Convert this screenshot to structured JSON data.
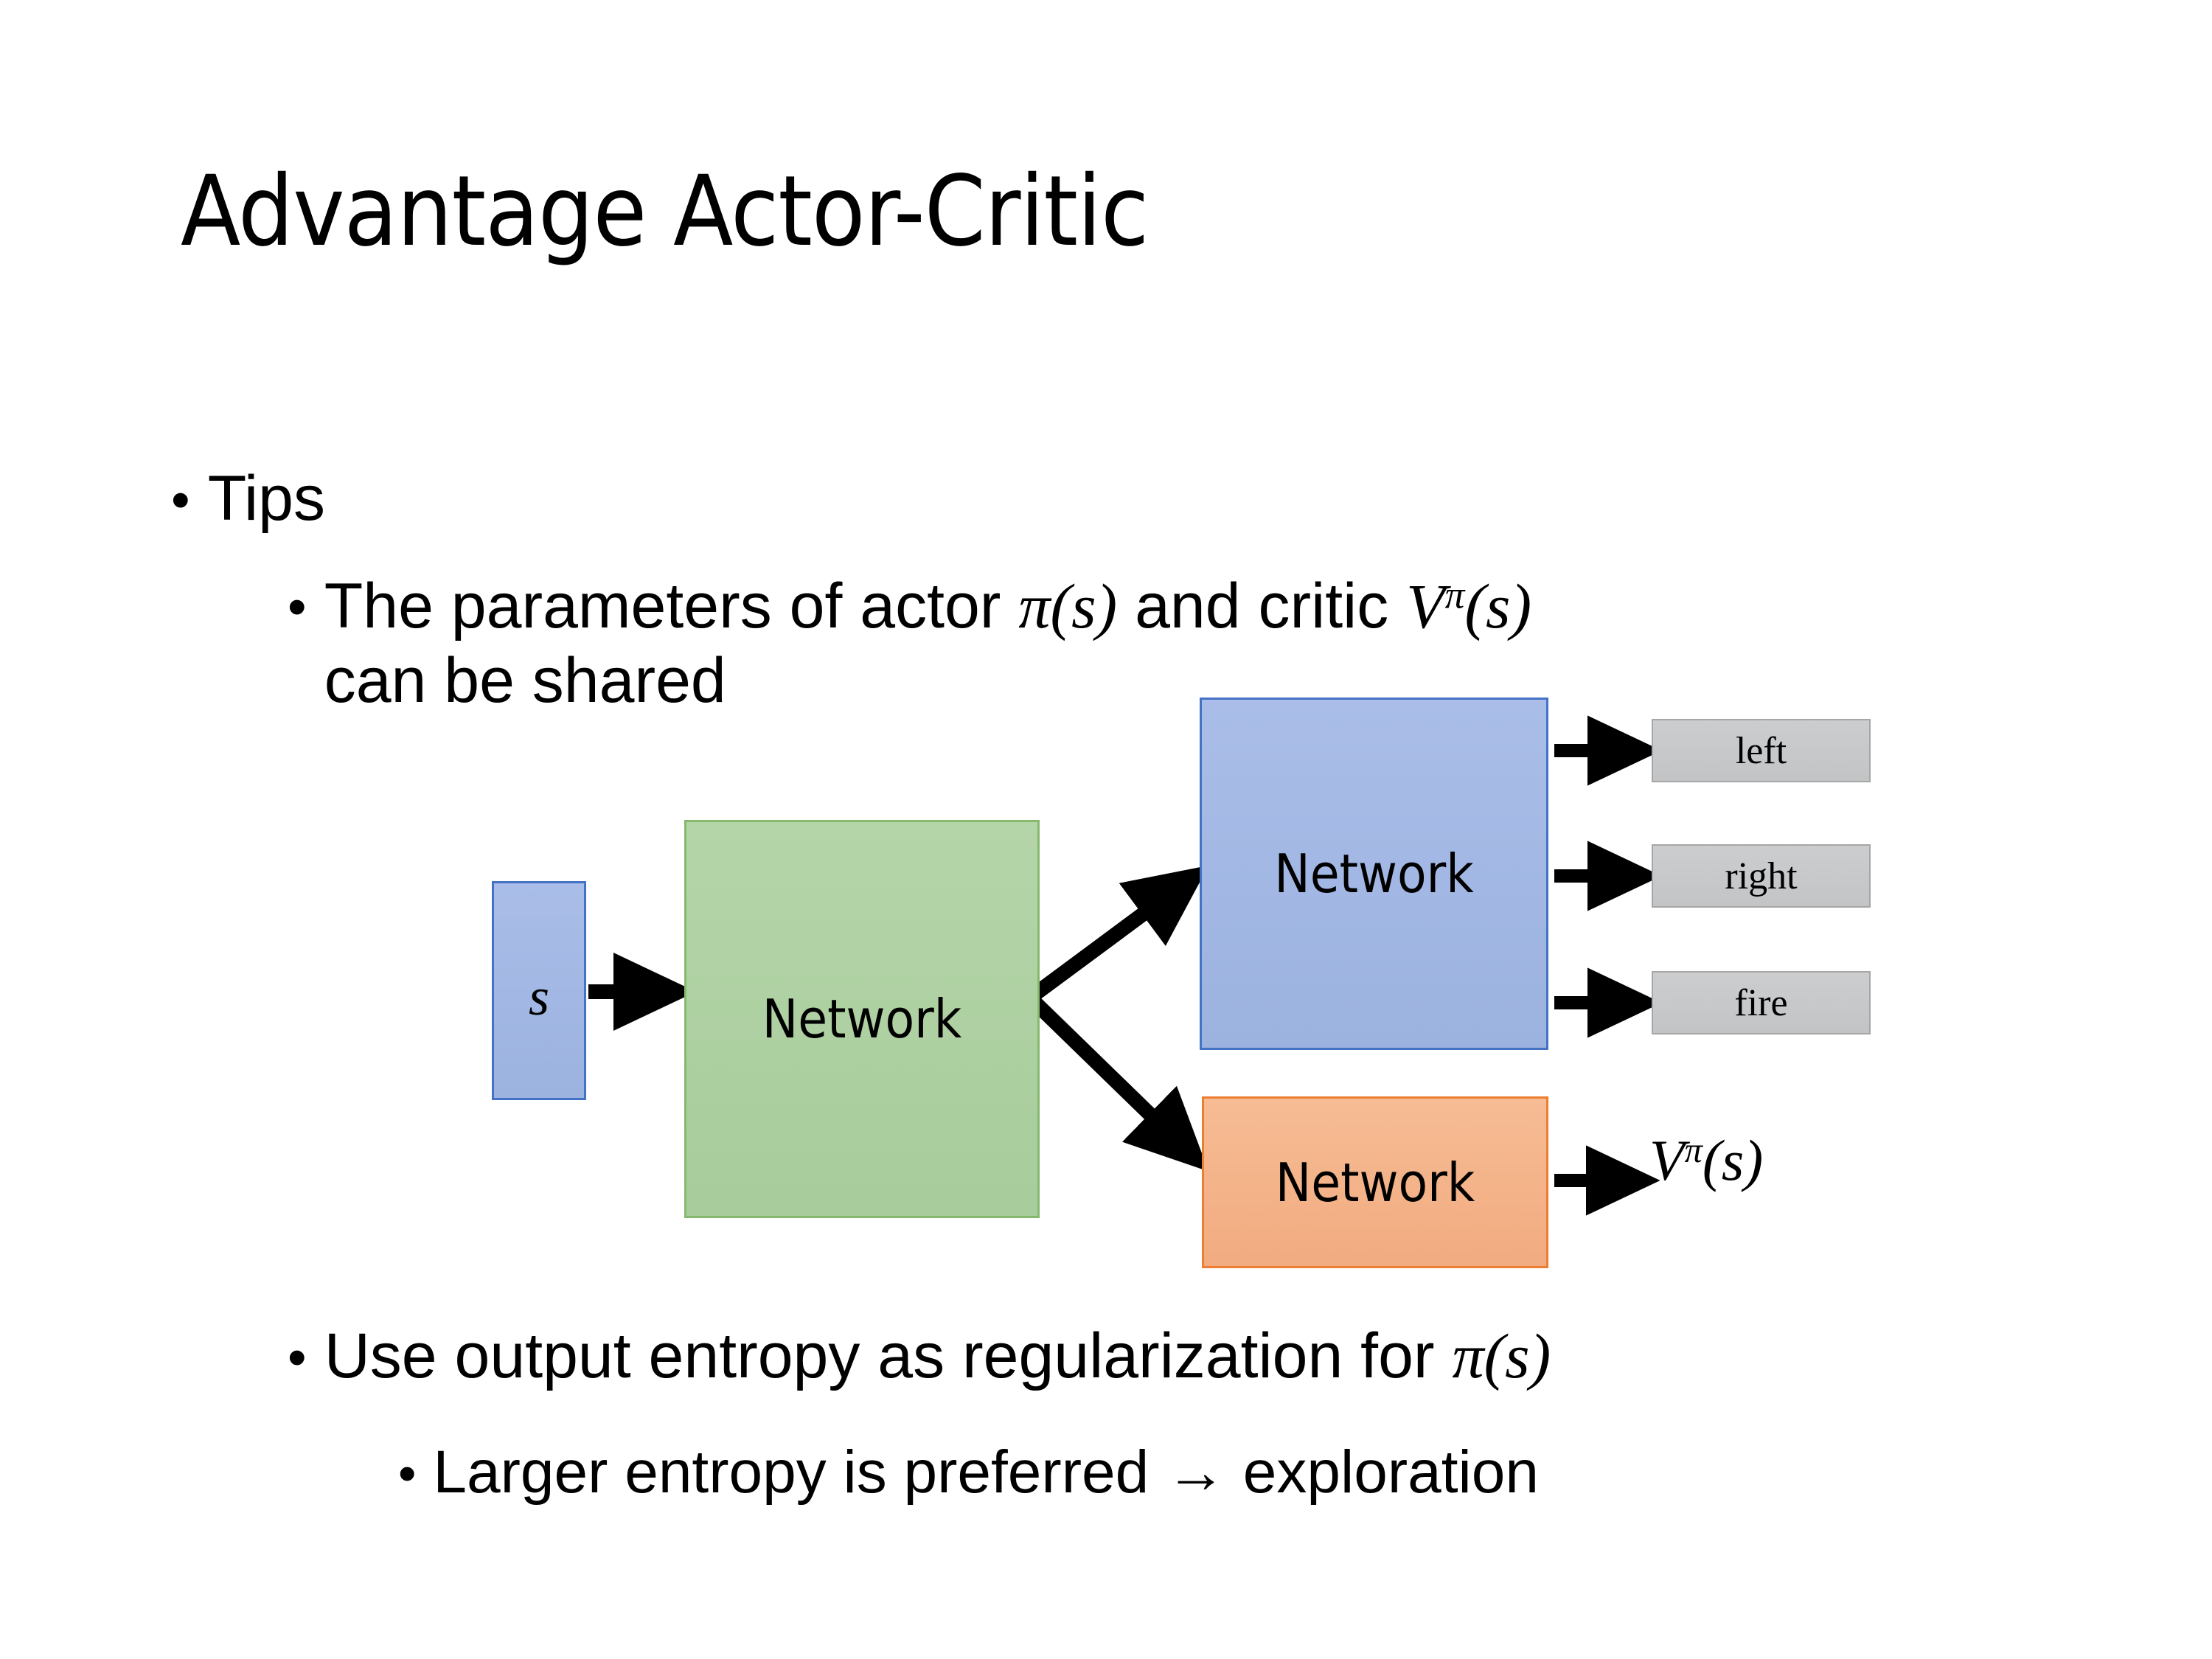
{
  "slide": {
    "title": "Advantage Actor-Critic",
    "background_color": "#ffffff"
  },
  "bullets": {
    "tips": {
      "marker": "•",
      "text": "Tips"
    },
    "shared": {
      "marker": "•",
      "text_part1": "The parameters of actor ",
      "math_actor": "π(s)",
      "text_part2": "  and critic ",
      "math_critic_base": "V",
      "math_critic_sup": "π",
      "math_critic_arg": "(s)",
      "text_part3": "can be shared"
    },
    "entropy": {
      "marker": "•",
      "text_part1": "Use output entropy as regularization for ",
      "math_actor": "π(s)"
    },
    "larger": {
      "marker": "•",
      "text": "Larger entropy is preferred → exploration"
    }
  },
  "diagram": {
    "state_box": {
      "label": "s",
      "fill": "#9cb2df",
      "border": "#4472c4"
    },
    "shared_network": {
      "label": "Network",
      "fill": "#a8cc9c",
      "border": "#86b96e"
    },
    "actor_network": {
      "label": "Network",
      "fill": "#9cb2df",
      "border": "#4472c4"
    },
    "critic_network": {
      "label": "Network",
      "fill": "#f2ab80",
      "border": "#ed7d31"
    },
    "actions": [
      {
        "label": "left",
        "fill": "#c2c4c6",
        "border": "#a6a6a6"
      },
      {
        "label": "right",
        "fill": "#c2c4c6",
        "border": "#a6a6a6"
      },
      {
        "label": "fire",
        "fill": "#c2c4c6",
        "border": "#a6a6a6"
      }
    ],
    "value_output": {
      "base": "V",
      "superscript": "π",
      "argument": "(s)"
    },
    "arrow_color": "#000000"
  }
}
